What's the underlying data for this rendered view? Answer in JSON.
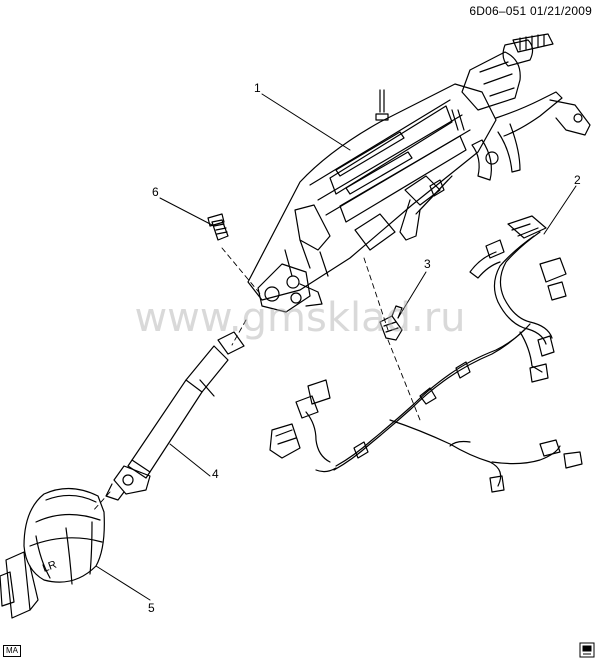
{
  "header": {
    "ref": "6D06–051  01/21/2009"
  },
  "watermark": "www.gmsklad.ru",
  "footer": {
    "code": "MA"
  },
  "callouts": [
    "1",
    "2",
    "3",
    "4",
    "5",
    "6"
  ],
  "boot_label": "LR"
}
